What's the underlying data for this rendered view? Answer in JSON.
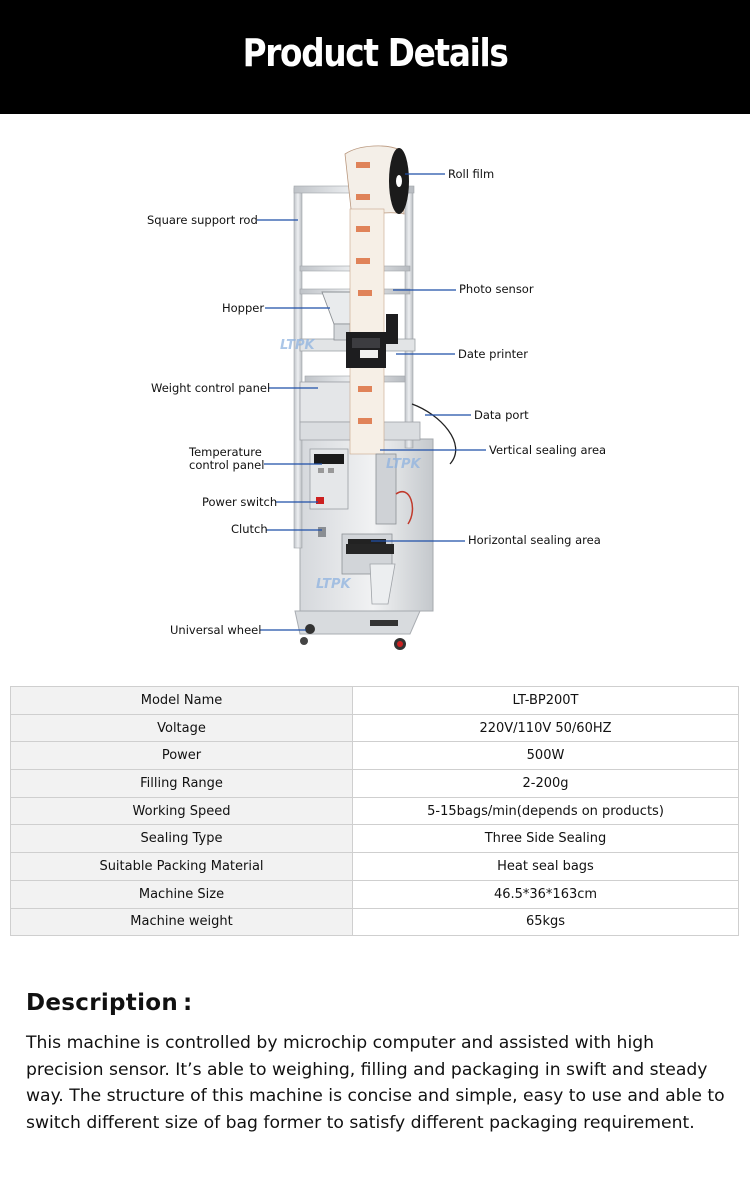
{
  "header": {
    "title": "Product Details"
  },
  "figure": {
    "watermark": "LTPK",
    "labels": {
      "roll_film": "Roll film",
      "square_support_rod": "Square support rod",
      "photo_sensor": "Photo sensor",
      "hopper": "Hopper",
      "date_printer": "Date printer",
      "weight_control_panel": "Weight control panel",
      "data_port": "Data port",
      "temperature_control_panel_1": "Temperature",
      "temperature_control_panel_2": "control panel",
      "vertical_sealing_area": "Vertical sealing area",
      "power_switch": "Power switch",
      "clutch": "Clutch",
      "horizontal_sealing_area": "Horizontal sealing area",
      "universal_wheel": "Universal wheel"
    },
    "colors": {
      "callout_line": "#1f4fa8",
      "frame": "#c9ccd0",
      "film": "#d9602a"
    }
  },
  "specs": [
    {
      "key": "Model Name",
      "value": "LT-BP200T"
    },
    {
      "key": "Voltage",
      "value": "220V/110V 50/60HZ"
    },
    {
      "key": "Power",
      "value": "500W"
    },
    {
      "key": "Filling Range",
      "value": "2-200g"
    },
    {
      "key": "Working Speed",
      "value": "5-15bags/min(depends on products)"
    },
    {
      "key": "Sealing Type",
      "value": "Three Side Sealing"
    },
    {
      "key": "Suitable Packing Material",
      "value": "Heat seal bags"
    },
    {
      "key": "Machine Size",
      "value": "46.5*36*163cm"
    },
    {
      "key": "Machine weight",
      "value": "65kgs"
    }
  ],
  "description": {
    "title": "Description :",
    "body": "This machine is controlled by microchip computer and assisted with high precision sensor. It’s able to weighing, filling and packaging in swift and steady way. The structure of this machine is concise and simple, easy to use and able to switch different size of bag former to satisfy different packaging requirement."
  }
}
